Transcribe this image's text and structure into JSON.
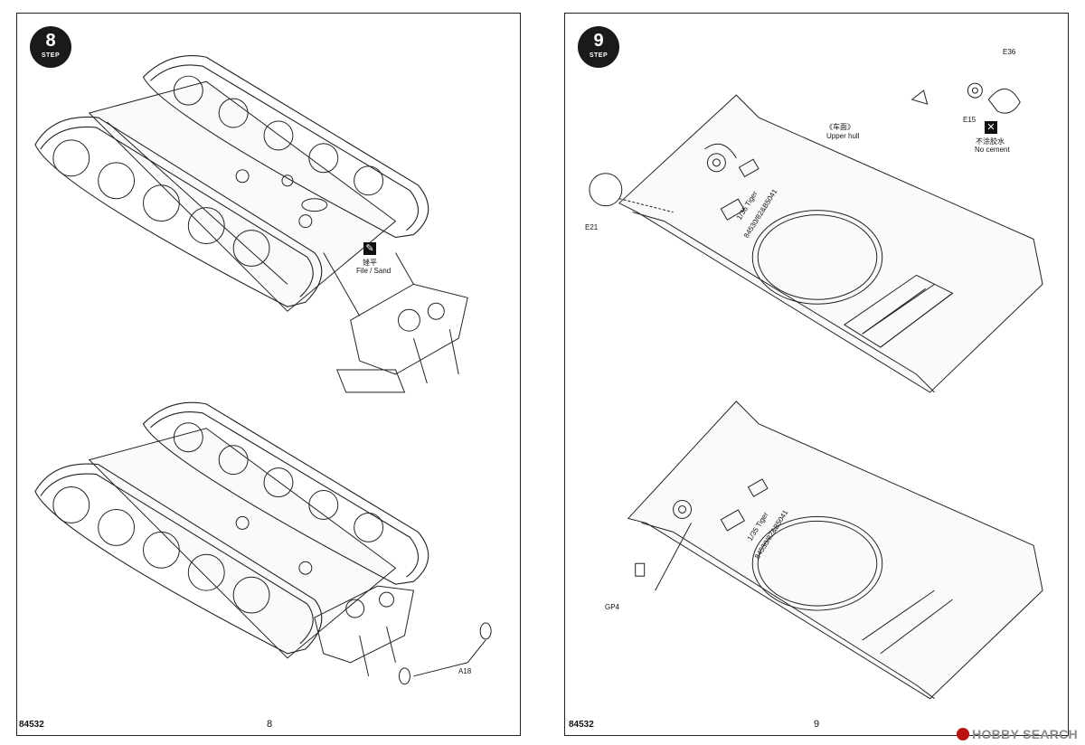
{
  "left_page": {
    "step": "8",
    "step_word": "STEP",
    "doc_code": "84532",
    "page_number": "8",
    "labels": {
      "file_sand_cn": "锉平",
      "file_sand_en": "File / Sand",
      "a18": "A18"
    },
    "icons": [
      "file-icon"
    ]
  },
  "right_page": {
    "step": "9",
    "step_word": "STEP",
    "doc_code": "84532",
    "page_number": "9",
    "labels": {
      "upper_hull_cn": "《车面》",
      "upper_hull_en": "Upper hull",
      "e36": "E36",
      "e15": "E15",
      "no_cement_cn": "不涂胶水",
      "no_cement_en": "No cement",
      "e21": "E21",
      "gp4": "GP4",
      "hull_mark_1": "1/35  Tiger",
      "hull_mark_2": "84530/82&B5041"
    },
    "icons": [
      "no-cement-icon"
    ]
  },
  "watermark": "HOBBY SEARCH"
}
